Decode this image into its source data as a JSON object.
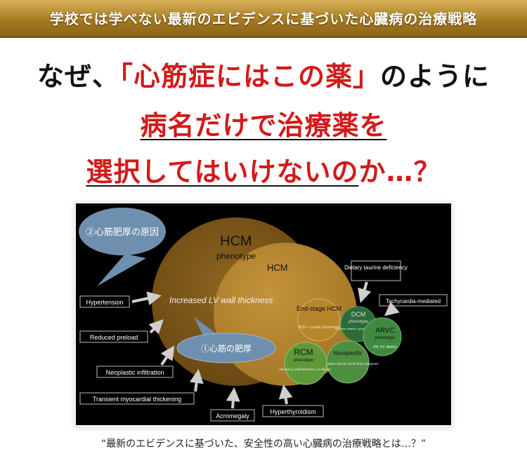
{
  "banner": {
    "text": "学校では学べない最新のエビデンスに基づいた心臓病の治療戦略"
  },
  "headline": {
    "line1_pre": "なぜ、",
    "line1_red": "「心筋症にはこの薬」",
    "line1_post": "のように",
    "line2": "病名だけで治療薬を",
    "line3_ul": "選択してはいけないの",
    "line3_tail": "か…？"
  },
  "diagram": {
    "callout_cause": "②心筋肥厚の原因",
    "callout_thickening": "①心筋の肥厚",
    "hcm_phenotype_title": "HCM",
    "hcm_phenotype_sub": "phenotype",
    "hcm_title": "HCM",
    "center_text": "Increased LV wall thickness",
    "end_stage_title": "End-stage HCM",
    "end_stage_desc": "HCM + systolic dysfunction",
    "dcm_title": "DCM",
    "dcm_sub": "phenotype",
    "dcm_desc": "Chamber dilation, systolic dysfunction",
    "arvc_title": "ARVC",
    "arvc_sub": "phenotype",
    "arvc_desc": "RA, RV dilation",
    "rcm_title": "RCM",
    "rcm_sub": "phenotype",
    "rcm_desc": "Normal LV wall thickness, LA dilation",
    "nonspecific_title": "Nonspecific",
    "nonspecific_desc": "abnormalities that do not fit other categories",
    "labels": {
      "hypertension": "Hypertension",
      "reduced_preload": "Reduced preload",
      "neoplastic": "Neoplastic infiltration",
      "transient": "Transient myocardial thickening",
      "acromegaly": "Acromegaly",
      "hyperthyroidism": "Hyperthyroidism",
      "taurine": "Dietary taurine deficiency",
      "tachycardia": "Tachycardia-mediated"
    }
  },
  "caption": "“最新のエビデンスに基づいた、安全性の高い心臓病の治療戦略とは…？”",
  "colors": {
    "banner": "#a67a22",
    "accent_red": "#d21a1a",
    "hcm_outer": "#7a5418",
    "hcm_inner": "#b7862c",
    "callout_blue": "#6f8fae",
    "green": "#3f8a3f"
  }
}
